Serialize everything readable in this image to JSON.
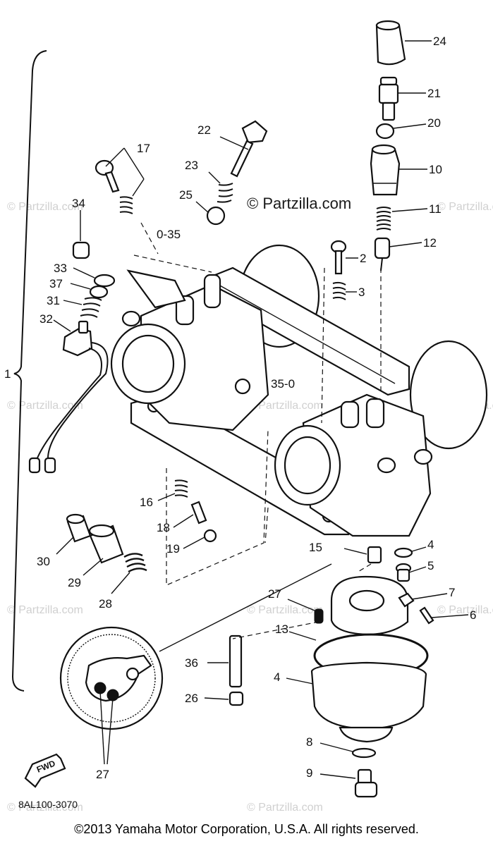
{
  "watermark_main": "© Partzilla.com",
  "watermark_faint": "© Partzilla.com",
  "diagram_code": "8AL100-3070",
  "fwd_label": "FWD",
  "copyright": "©2013 Yamaha Motor Corporation, U.S.A. All rights reserved.",
  "assembly_ref": "1",
  "callouts": {
    "c24": "24",
    "c21": "21",
    "c20": "20",
    "c10": "10",
    "c11": "11",
    "c12": "12",
    "c22": "22",
    "c17": "17",
    "c23": "23",
    "c25": "25",
    "c35a": "0-35",
    "c34": "34",
    "c33": "33",
    "c37": "37",
    "c31": "31",
    "c32": "32",
    "c2": "2",
    "c3": "3",
    "c35b": "35-0",
    "c16": "16",
    "c18": "18",
    "c19": "19",
    "c30": "30",
    "c29": "29",
    "c28": "28",
    "c15": "15",
    "c4a": "4",
    "c5": "5",
    "c27a": "27",
    "c7": "7",
    "c6": "6",
    "c13": "13",
    "c36": "36",
    "c4b": "4",
    "c26": "26",
    "c8": "8",
    "c9": "9",
    "c27b": "27"
  }
}
